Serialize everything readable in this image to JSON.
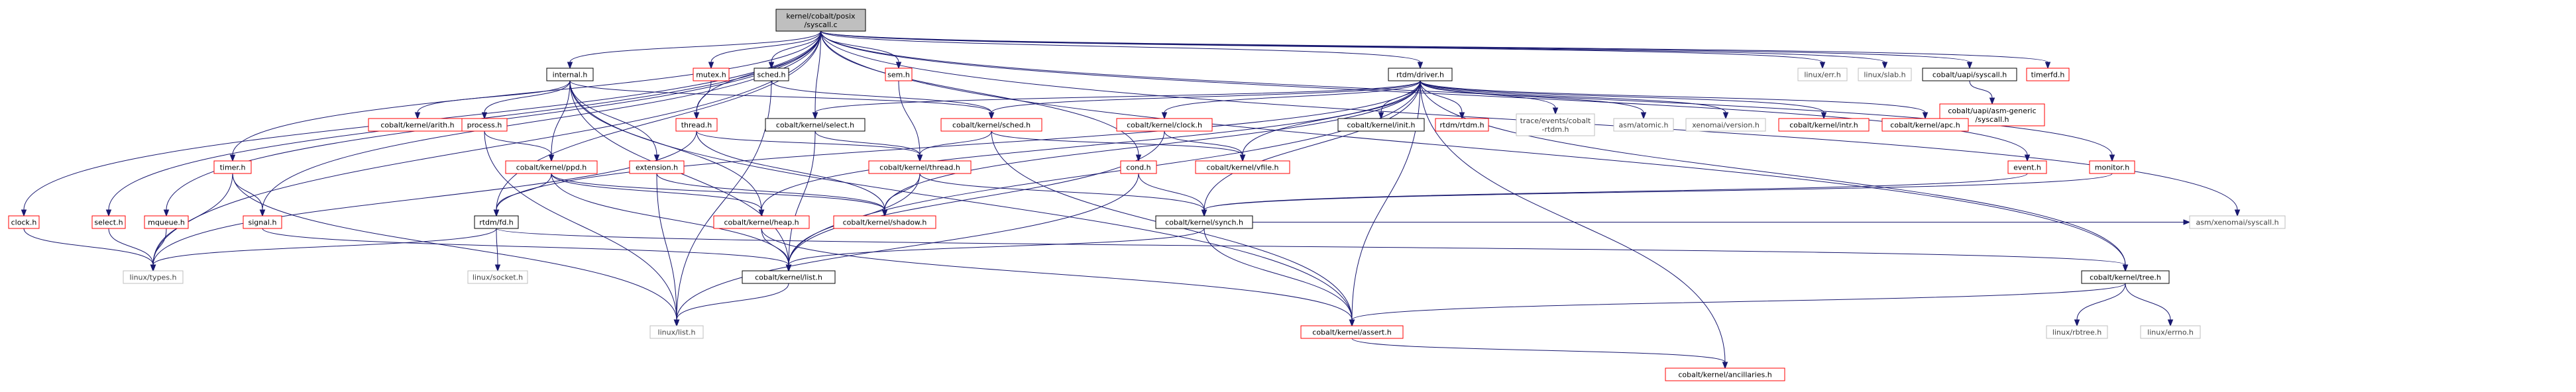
{
  "graph": {
    "root": "kernel/cobalt/posix/syscall.c",
    "colors": {
      "edge": "#191970",
      "root_fill": "#bfbfbf",
      "documented_border": "#000000",
      "partial_border": "#ff0000",
      "external_border": "#bfbfbf"
    },
    "nodes": [
      {
        "id": "root",
        "label": [
          "kernel/cobalt/posix",
          "/syscall.c"
        ],
        "kind": "root"
      },
      {
        "id": "internal",
        "label": [
          "internal.h"
        ],
        "kind": "doc"
      },
      {
        "id": "mutex",
        "label": [
          "mutex.h"
        ],
        "kind": "part"
      },
      {
        "id": "sched",
        "label": [
          "sched.h"
        ],
        "kind": "doc"
      },
      {
        "id": "sem",
        "label": [
          "sem.h"
        ],
        "kind": "part"
      },
      {
        "id": "rtdmdriver",
        "label": [
          "rtdm/driver.h"
        ],
        "kind": "doc"
      },
      {
        "id": "linuxerr",
        "label": [
          "linux/err.h"
        ],
        "kind": "ext"
      },
      {
        "id": "linuxslab",
        "label": [
          "linux/slab.h"
        ],
        "kind": "ext"
      },
      {
        "id": "uapisyscall",
        "label": [
          "cobalt/uapi/syscall.h"
        ],
        "kind": "doc"
      },
      {
        "id": "timerfd",
        "label": [
          "timerfd.h"
        ],
        "kind": "part"
      },
      {
        "id": "uapiasmgeneric",
        "label": [
          "cobalt/uapi/asm-generic",
          "/syscall.h"
        ],
        "kind": "part"
      },
      {
        "id": "kernelarith",
        "label": [
          "cobalt/kernel/arith.h"
        ],
        "kind": "part"
      },
      {
        "id": "process",
        "label": [
          "process.h"
        ],
        "kind": "part"
      },
      {
        "id": "thread",
        "label": [
          "thread.h"
        ],
        "kind": "part"
      },
      {
        "id": "kselect",
        "label": [
          "cobalt/kernel/select.h"
        ],
        "kind": "doc"
      },
      {
        "id": "ksched",
        "label": [
          "cobalt/kernel/sched.h"
        ],
        "kind": "part"
      },
      {
        "id": "kclock",
        "label": [
          "cobalt/kernel/clock.h"
        ],
        "kind": "part"
      },
      {
        "id": "kinit",
        "label": [
          "cobalt/kernel/init.h"
        ],
        "kind": "doc"
      },
      {
        "id": "rtdmrtdm",
        "label": [
          "rtdm/rtdm.h"
        ],
        "kind": "part"
      },
      {
        "id": "traceevents",
        "label": [
          "trace/events/cobalt",
          "-rtdm.h"
        ],
        "kind": "ext"
      },
      {
        "id": "asmatomic",
        "label": [
          "asm/atomic.h"
        ],
        "kind": "ext"
      },
      {
        "id": "xenover",
        "label": [
          "xenomai/version.h"
        ],
        "kind": "ext"
      },
      {
        "id": "kintr",
        "label": [
          "cobalt/kernel/intr.h"
        ],
        "kind": "part"
      },
      {
        "id": "kapc",
        "label": [
          "cobalt/kernel/apc.h"
        ],
        "kind": "part"
      },
      {
        "id": "timer",
        "label": [
          "timer.h"
        ],
        "kind": "part"
      },
      {
        "id": "kppd",
        "label": [
          "cobalt/kernel/ppd.h"
        ],
        "kind": "part"
      },
      {
        "id": "extension",
        "label": [
          "extension.h"
        ],
        "kind": "part"
      },
      {
        "id": "kthread",
        "label": [
          "cobalt/kernel/thread.h"
        ],
        "kind": "part"
      },
      {
        "id": "cond",
        "label": [
          "cond.h"
        ],
        "kind": "part"
      },
      {
        "id": "kvfile",
        "label": [
          "cobalt/kernel/vfile.h"
        ],
        "kind": "part"
      },
      {
        "id": "event",
        "label": [
          "event.h"
        ],
        "kind": "part"
      },
      {
        "id": "monitor",
        "label": [
          "monitor.h"
        ],
        "kind": "part"
      },
      {
        "id": "clock",
        "label": [
          "clock.h"
        ],
        "kind": "part"
      },
      {
        "id": "select",
        "label": [
          "select.h"
        ],
        "kind": "part"
      },
      {
        "id": "mqueue",
        "label": [
          "mqueue.h"
        ],
        "kind": "part"
      },
      {
        "id": "signal",
        "label": [
          "signal.h"
        ],
        "kind": "part"
      },
      {
        "id": "rtdmfd",
        "label": [
          "rtdm/fd.h"
        ],
        "kind": "doc"
      },
      {
        "id": "kheap",
        "label": [
          "cobalt/kernel/heap.h"
        ],
        "kind": "part"
      },
      {
        "id": "kshadow",
        "label": [
          "cobalt/kernel/shadow.h"
        ],
        "kind": "part"
      },
      {
        "id": "ksynch",
        "label": [
          "cobalt/kernel/synch.h"
        ],
        "kind": "doc"
      },
      {
        "id": "asmxensyscall",
        "label": [
          "asm/xenomai/syscall.h"
        ],
        "kind": "ext"
      },
      {
        "id": "linuxtypes",
        "label": [
          "linux/types.h"
        ],
        "kind": "ext"
      },
      {
        "id": "linuxsocket",
        "label": [
          "linux/socket.h"
        ],
        "kind": "ext"
      },
      {
        "id": "klist",
        "label": [
          "cobalt/kernel/list.h"
        ],
        "kind": "doc"
      },
      {
        "id": "ktree",
        "label": [
          "cobalt/kernel/tree.h"
        ],
        "kind": "doc"
      },
      {
        "id": "linuxlist",
        "label": [
          "linux/list.h"
        ],
        "kind": "ext"
      },
      {
        "id": "kassert",
        "label": [
          "cobalt/kernel/assert.h"
        ],
        "kind": "part"
      },
      {
        "id": "linuxrbtree",
        "label": [
          "linux/rbtree.h"
        ],
        "kind": "ext"
      },
      {
        "id": "linuxerrno",
        "label": [
          "linux/errno.h"
        ],
        "kind": "ext"
      },
      {
        "id": "kancillaries",
        "label": [
          "cobalt/kernel/ancillaries.h"
        ],
        "kind": "part"
      }
    ],
    "edges": [
      [
        "root",
        "internal"
      ],
      [
        "root",
        "mutex"
      ],
      [
        "root",
        "sched"
      ],
      [
        "root",
        "sem"
      ],
      [
        "root",
        "rtdmdriver"
      ],
      [
        "root",
        "linuxerr"
      ],
      [
        "root",
        "linuxslab"
      ],
      [
        "root",
        "uapisyscall"
      ],
      [
        "root",
        "timerfd"
      ],
      [
        "root",
        "kselect"
      ],
      [
        "root",
        "thread"
      ],
      [
        "root",
        "cond"
      ],
      [
        "root",
        "event"
      ],
      [
        "root",
        "monitor"
      ],
      [
        "root",
        "clock"
      ],
      [
        "root",
        "select"
      ],
      [
        "root",
        "mqueue"
      ],
      [
        "root",
        "timer"
      ],
      [
        "root",
        "signal"
      ],
      [
        "root",
        "rtdmfd"
      ],
      [
        "root",
        "asmxensyscall"
      ],
      [
        "root",
        "linuxtypes"
      ],
      [
        "root",
        "ktree"
      ],
      [
        "internal",
        "kernelarith"
      ],
      [
        "internal",
        "process"
      ],
      [
        "internal",
        "extension"
      ],
      [
        "internal",
        "ksched"
      ],
      [
        "internal",
        "kppd"
      ],
      [
        "internal",
        "kheap"
      ],
      [
        "internal",
        "klist"
      ],
      [
        "internal",
        "kassert"
      ],
      [
        "mutex",
        "thread"
      ],
      [
        "sched",
        "ksched"
      ],
      [
        "sched",
        "linuxlist"
      ],
      [
        "sem",
        "kthread"
      ],
      [
        "thread",
        "kthread"
      ],
      [
        "thread",
        "kshadow"
      ],
      [
        "thread",
        "linuxtypes"
      ],
      [
        "process",
        "kppd"
      ],
      [
        "process",
        "linuxlist"
      ],
      [
        "uapisyscall",
        "uapiasmgeneric"
      ],
      [
        "rtdmdriver",
        "kselect"
      ],
      [
        "rtdmdriver",
        "ksched"
      ],
      [
        "rtdmdriver",
        "kclock"
      ],
      [
        "rtdmdriver",
        "kinit"
      ],
      [
        "rtdmdriver",
        "rtdmrtdm"
      ],
      [
        "rtdmdriver",
        "traceevents"
      ],
      [
        "rtdmdriver",
        "asmatomic"
      ],
      [
        "rtdmdriver",
        "xenover"
      ],
      [
        "rtdmdriver",
        "kintr"
      ],
      [
        "rtdmdriver",
        "kapc"
      ],
      [
        "rtdmdriver",
        "kvfile"
      ],
      [
        "rtdmdriver",
        "kheap"
      ],
      [
        "rtdmdriver",
        "ksynch"
      ],
      [
        "rtdmdriver",
        "rtdmfd"
      ],
      [
        "rtdmdriver",
        "klist"
      ],
      [
        "rtdmdriver",
        "ktree"
      ],
      [
        "rtdmdriver",
        "kassert"
      ],
      [
        "rtdmdriver",
        "kancillaries"
      ],
      [
        "rtdmdriver",
        "kshadow"
      ],
      [
        "kselect",
        "kthread"
      ],
      [
        "kselect",
        "klist"
      ],
      [
        "ksched",
        "kthread"
      ],
      [
        "ksched",
        "kvfile"
      ],
      [
        "ksched",
        "kassert"
      ],
      [
        "kclock",
        "kvfile"
      ],
      [
        "kclock",
        "klist"
      ],
      [
        "kthread",
        "kshadow"
      ],
      [
        "kthread",
        "ksynch"
      ],
      [
        "kthread",
        "klist"
      ],
      [
        "kppd",
        "kshadow"
      ],
      [
        "kppd",
        "kheap"
      ],
      [
        "kppd",
        "rtdmfd"
      ],
      [
        "kppd",
        "klist"
      ],
      [
        "extension",
        "kshadow"
      ],
      [
        "extension",
        "linuxlist"
      ],
      [
        "cond",
        "ksynch"
      ],
      [
        "cond",
        "linuxlist"
      ],
      [
        "event",
        "ksynch"
      ],
      [
        "monitor",
        "ksynch"
      ],
      [
        "timer",
        "signal"
      ],
      [
        "timer",
        "linuxtypes"
      ],
      [
        "timer",
        "linuxlist"
      ],
      [
        "clock",
        "linuxtypes"
      ],
      [
        "select",
        "linuxtypes"
      ],
      [
        "mqueue",
        "linuxtypes"
      ],
      [
        "signal",
        "klist"
      ],
      [
        "rtdmfd",
        "linuxtypes"
      ],
      [
        "rtdmfd",
        "linuxsocket"
      ],
      [
        "rtdmfd",
        "ktree"
      ],
      [
        "kheap",
        "klist"
      ],
      [
        "kheap",
        "kassert"
      ],
      [
        "ksynch",
        "klist"
      ],
      [
        "ksynch",
        "kassert"
      ],
      [
        "ksynch",
        "asmxensyscall"
      ],
      [
        "klist",
        "linuxlist"
      ],
      [
        "ktree",
        "linuxrbtree"
      ],
      [
        "ktree",
        "linuxerrno"
      ],
      [
        "ktree",
        "kassert"
      ],
      [
        "kassert",
        "kancillaries"
      ]
    ]
  }
}
